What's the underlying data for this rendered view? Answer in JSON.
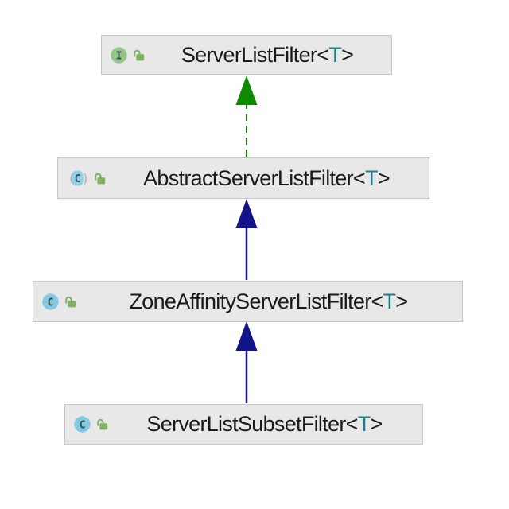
{
  "diagram": {
    "type": "uml-class-hierarchy",
    "background": "#ffffff",
    "node_fill": "#e8e8e8",
    "node_border": "#c6c6c6",
    "text_color": "#1a1a1a",
    "type_param_color": "#1b7e8a",
    "icon_colors": {
      "interface_bg": "#92c588",
      "class_bg": "#83c9e2",
      "abstract_class_bg": "#8ed1ec",
      "paren_gray": "#ababab",
      "letter_color": "#3f4647",
      "lock_green": "#80b060"
    },
    "nodes": [
      {
        "id": "ServerListFilter",
        "kind": "interface",
        "icon_letter": "I",
        "name": "ServerListFilter",
        "generic_open": "<",
        "type_param": "T",
        "generic_close": ">"
      },
      {
        "id": "AbstractServerListFilter",
        "kind": "abstract-class",
        "icon_letter": "C",
        "paren_open": "(",
        "paren_close": ")",
        "name": "AbstractServerListFilter",
        "generic_open": "<",
        "type_param": "T",
        "generic_close": ">"
      },
      {
        "id": "ZoneAffinityServerListFilter",
        "kind": "class",
        "icon_letter": "C",
        "name": "ZoneAffinityServerListFilter",
        "generic_open": "<",
        "type_param": "T",
        "generic_close": ">"
      },
      {
        "id": "ServerListSubsetFilter",
        "kind": "class",
        "icon_letter": "C",
        "name": "ServerListSubsetFilter",
        "generic_open": "<",
        "type_param": "T",
        "generic_close": ">"
      }
    ],
    "edges": [
      {
        "from": "AbstractServerListFilter",
        "to": "ServerListFilter",
        "relation": "implements",
        "style": "dashed",
        "color": "#0e8a00"
      },
      {
        "from": "ZoneAffinityServerListFilter",
        "to": "AbstractServerListFilter",
        "relation": "extends",
        "style": "solid",
        "color": "#13138a"
      },
      {
        "from": "ServerListSubsetFilter",
        "to": "ZoneAffinityServerListFilter",
        "relation": "extends",
        "style": "solid",
        "color": "#13138a"
      }
    ]
  }
}
